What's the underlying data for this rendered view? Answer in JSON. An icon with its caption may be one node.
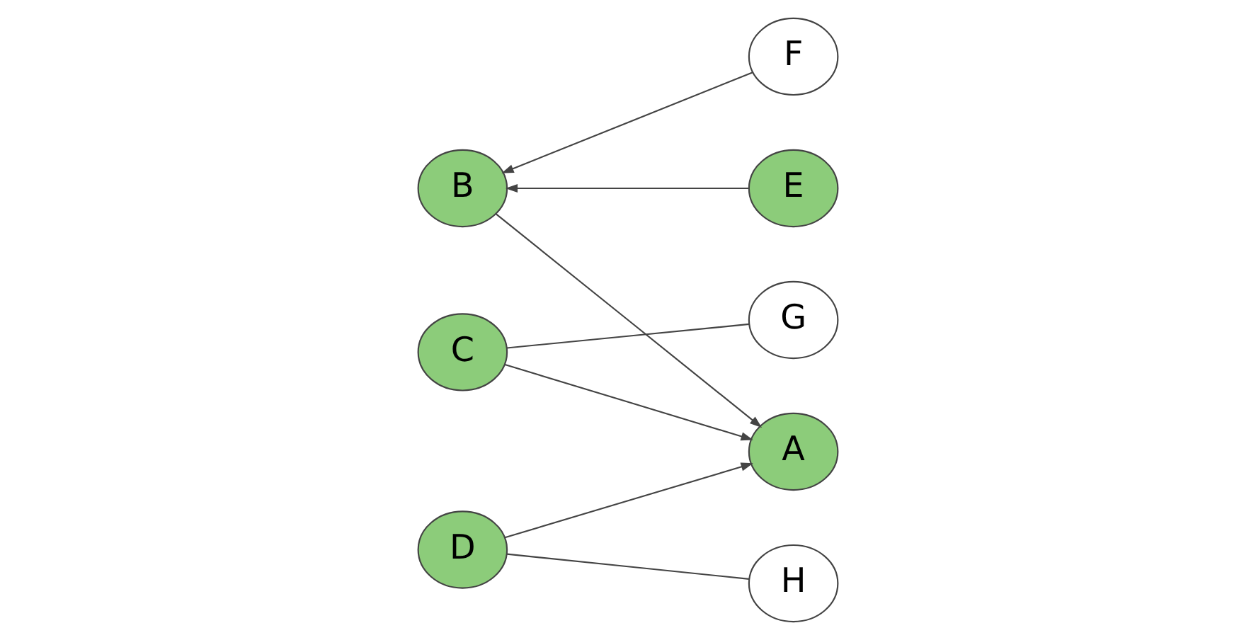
{
  "diagram": {
    "nodes": [
      {
        "text": [
          "A"
        ]
      },
      {
        "text": [
          "B"
        ]
      },
      {
        "text": [
          "C"
        ]
      },
      {
        "text": [
          "D"
        ]
      },
      {
        "text": [
          "E"
        ]
      },
      {
        "text": [
          "F"
        ]
      },
      {
        "text": [
          "G"
        ]
      },
      {
        "text": [
          "H"
        ]
      }
    ],
    "edges": [
      {
        "from": 1,
        "to": 0,
        "arrow": "to"
      },
      {
        "from": 2,
        "to": 0,
        "arrow": "to"
      },
      {
        "from": 3,
        "to": 0,
        "arrow": "to"
      },
      {
        "from": 4,
        "to": 1,
        "arrow": "to"
      },
      {
        "from": 5,
        "to": 1,
        "arrow": "to"
      },
      {
        "from": 2,
        "to": 6,
        "arrow": "none"
      },
      {
        "from": 3,
        "to": 7,
        "arrow": "none"
      }
    ]
  }
}
